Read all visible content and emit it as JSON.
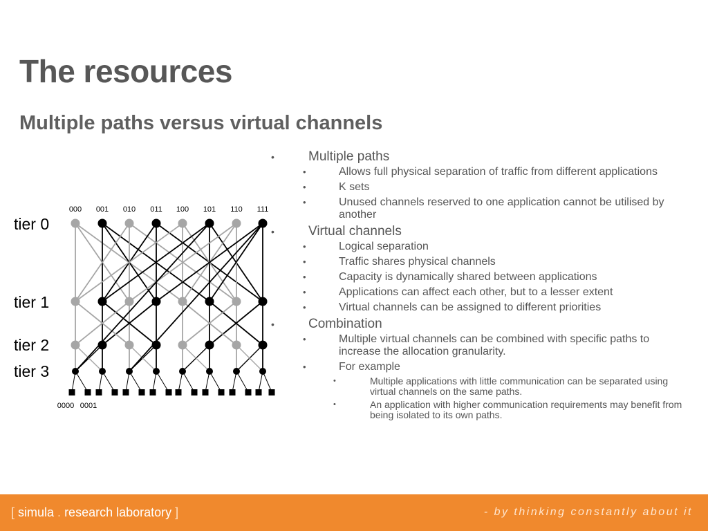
{
  "slide": {
    "title": "The resources",
    "subtitle": "Multiple paths versus virtual channels"
  },
  "diagram": {
    "tiers": [
      "tier 0",
      "tier 1",
      "tier 2",
      "tier 3"
    ],
    "top_labels": [
      "000",
      "001",
      "010",
      "011",
      "100",
      "101",
      "110",
      "111"
    ],
    "bottom_labels": [
      "0000",
      "0001"
    ],
    "colors": {
      "gray": "#a6a6a6",
      "black": "#000000"
    }
  },
  "bullets": [
    {
      "text": "Multiple paths",
      "children": [
        {
          "text": "Allows full physical separation of traffic from different applications"
        },
        {
          "text": "K sets"
        },
        {
          "text": "Unused channels reserved to one application cannot be utilised by another"
        }
      ]
    },
    {
      "text": "Virtual channels",
      "children": [
        {
          "text": "Logical separation"
        },
        {
          "text": "Traffic shares physical channels"
        },
        {
          "text": "Capacity is dynamically shared between applications"
        },
        {
          "text": "Applications can affect each other, but to a lesser extent"
        },
        {
          "text": "Virtual channels can be assigned to different priorities"
        }
      ]
    },
    {
      "text": "Combination",
      "children": [
        {
          "text": "Multiple virtual channels can be combined with specific paths to increase the allocation granularity."
        },
        {
          "text": "For example",
          "children": [
            {
              "text": "Multiple applications with little communication can be separated using virtual channels on the same paths."
            },
            {
              "text": "An application with higher communication requirements may benefit from being isolated to its own paths."
            }
          ]
        }
      ]
    }
  ],
  "footer": {
    "bracket_open": "[",
    "brand_name": "simula",
    "brand_sep": " . ",
    "brand_rest": "research laboratory",
    "bracket_close": "]",
    "tagline": "- by thinking constantly about it",
    "color": "#f0892d"
  }
}
